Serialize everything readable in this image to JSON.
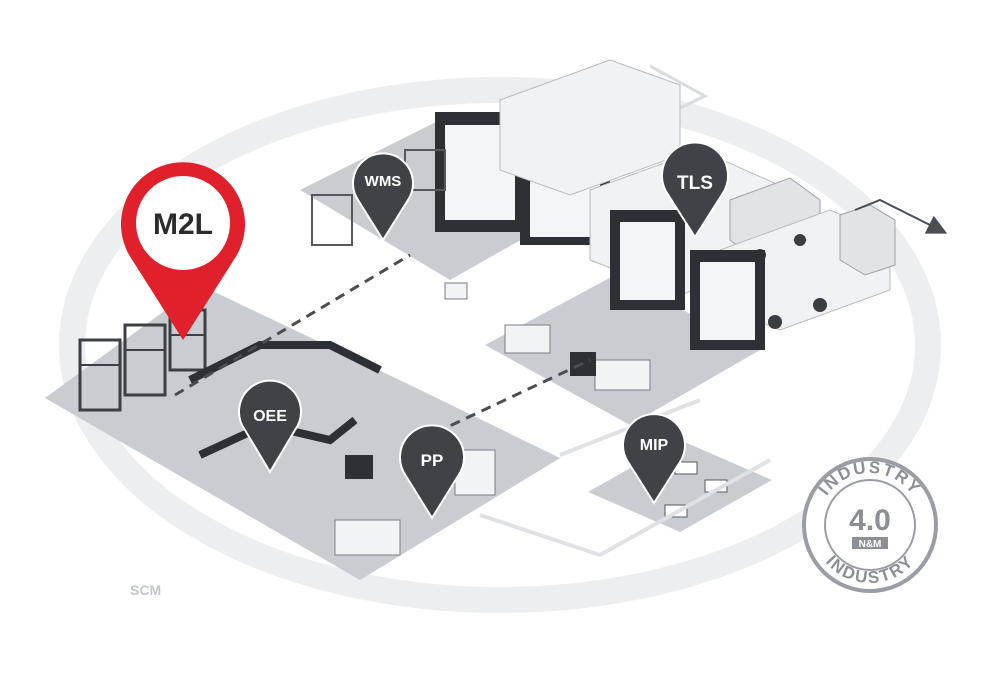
{
  "pins": {
    "m2l": {
      "label": "M2L",
      "color": "#e0202a"
    },
    "wms": {
      "label": "WMS"
    },
    "tls": {
      "label": "TLS"
    },
    "oee": {
      "label": "OEE"
    },
    "pp": {
      "label": "PP"
    },
    "mip": {
      "label": "MIP"
    }
  },
  "scm_label": "SCM",
  "stamp": {
    "top_text": "INDUSTRY",
    "bottom_text": "INDUSTRY",
    "center": "4.0",
    "badge": "N&M"
  },
  "colors": {
    "pin_dark": "#3f4347",
    "floor": "#c9ccd1",
    "ring": "#eceef0"
  }
}
